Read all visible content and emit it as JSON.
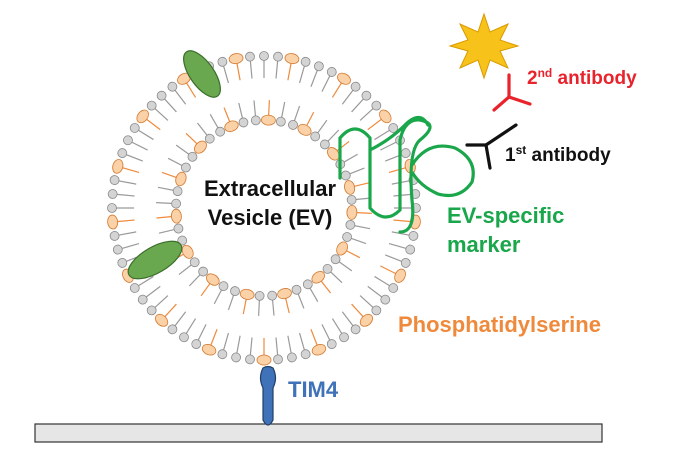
{
  "labels": {
    "ev_line1": "Extracellular",
    "ev_line2": "Vesicle (EV)",
    "marker_line1": "EV-specific",
    "marker_line2": "marker",
    "first_antibody_num": "1",
    "first_antibody_sup": "st",
    "first_antibody_text": " antibody",
    "second_antibody_num": "2",
    "second_antibody_sup": "nd",
    "second_antibody_text": " antibody",
    "phosphatidylserine": "Phosphatidylserine",
    "tim4": "TIM4"
  },
  "colors": {
    "ev_text": "#111111",
    "marker": "#1aa64a",
    "first_antibody": "#111111",
    "second_antibody": "#e8232b",
    "star": "#f7c21a",
    "phosphatidylserine": "#ef8a3c",
    "tim4": "#3f72b8",
    "lipid_head": "#d4d4d4",
    "ps_head": "#fbd2a8",
    "membrane_protein": "#6aa84f",
    "surface": "#e6e6e6"
  },
  "icons": [
    "lipid-bilayer",
    "membrane-protein",
    "ev-marker-protein",
    "antibody",
    "star-icon",
    "tim4-receptor",
    "surface-plate"
  ]
}
